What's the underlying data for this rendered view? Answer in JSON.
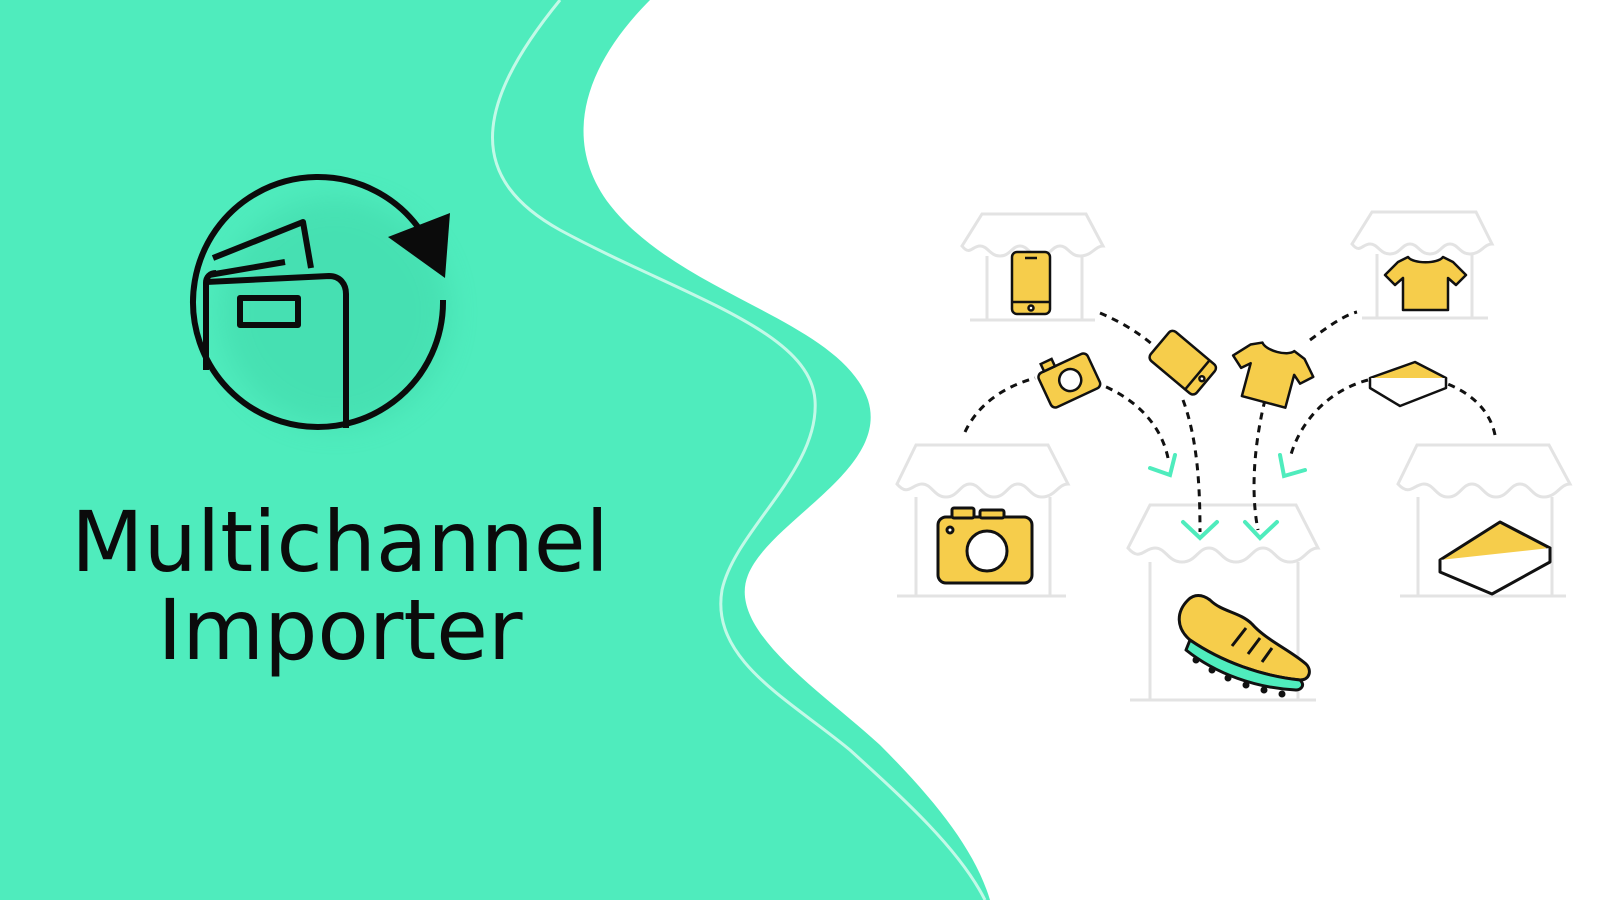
{
  "colors": {
    "brand_green": "#4fecbd",
    "ink": "#0b0b0b",
    "product_yellow": "#f6cd4b",
    "store_outline": "#e3e3e3",
    "arrow_green": "#4fecbd"
  },
  "logo": {
    "icon": "sync-folder-icon"
  },
  "title": {
    "line1": "Multichannel",
    "line2": "Importer"
  },
  "illustration": {
    "stores": [
      "store-phone",
      "store-tshirt",
      "store-camera",
      "store-book",
      "store-shoe"
    ],
    "flying_items": [
      "camera-icon",
      "phone-icon",
      "tshirt-icon",
      "book-icon"
    ]
  }
}
